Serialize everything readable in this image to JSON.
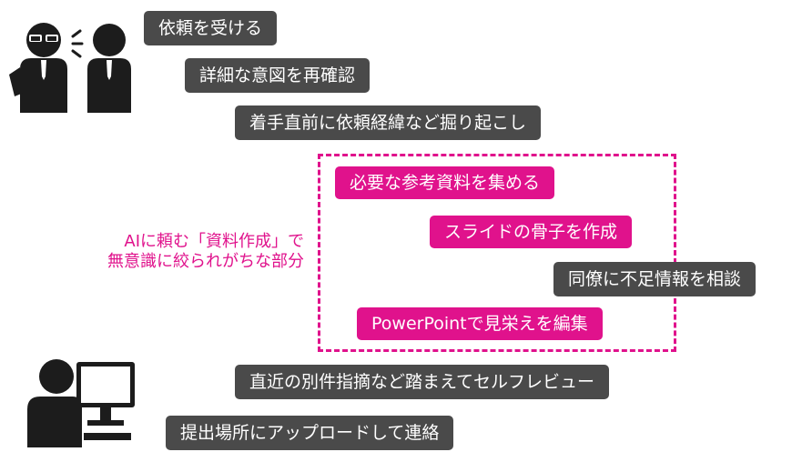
{
  "steps": [
    {
      "label": "依頼を受ける",
      "style": "dark"
    },
    {
      "label": "詳細な意図を再確認",
      "style": "dark"
    },
    {
      "label": "着手直前に依頼経緯など掘り起こし",
      "style": "dark"
    },
    {
      "label": "必要な参考資料を集める",
      "style": "pink"
    },
    {
      "label": "スライドの骨子を作成",
      "style": "pink"
    },
    {
      "label": "同僚に不足情報を相談",
      "style": "dark"
    },
    {
      "label": "PowerPointで見栄えを編集",
      "style": "pink"
    },
    {
      "label": "直近の別件指摘など踏まえてセルフレビュー",
      "style": "dark"
    },
    {
      "label": "提出場所にアップロードして連絡",
      "style": "dark"
    }
  ],
  "annotation": {
    "line1": "AIに頼む「資料作成」で",
    "line2": "無意識に絞られがちな部分"
  },
  "colors": {
    "dark_box": "#4a4a4a",
    "accent_pink": "#e0128c",
    "figure": "#1c1c1c"
  },
  "icons": [
    "two-people-talking-icon",
    "person-at-computer-icon"
  ]
}
